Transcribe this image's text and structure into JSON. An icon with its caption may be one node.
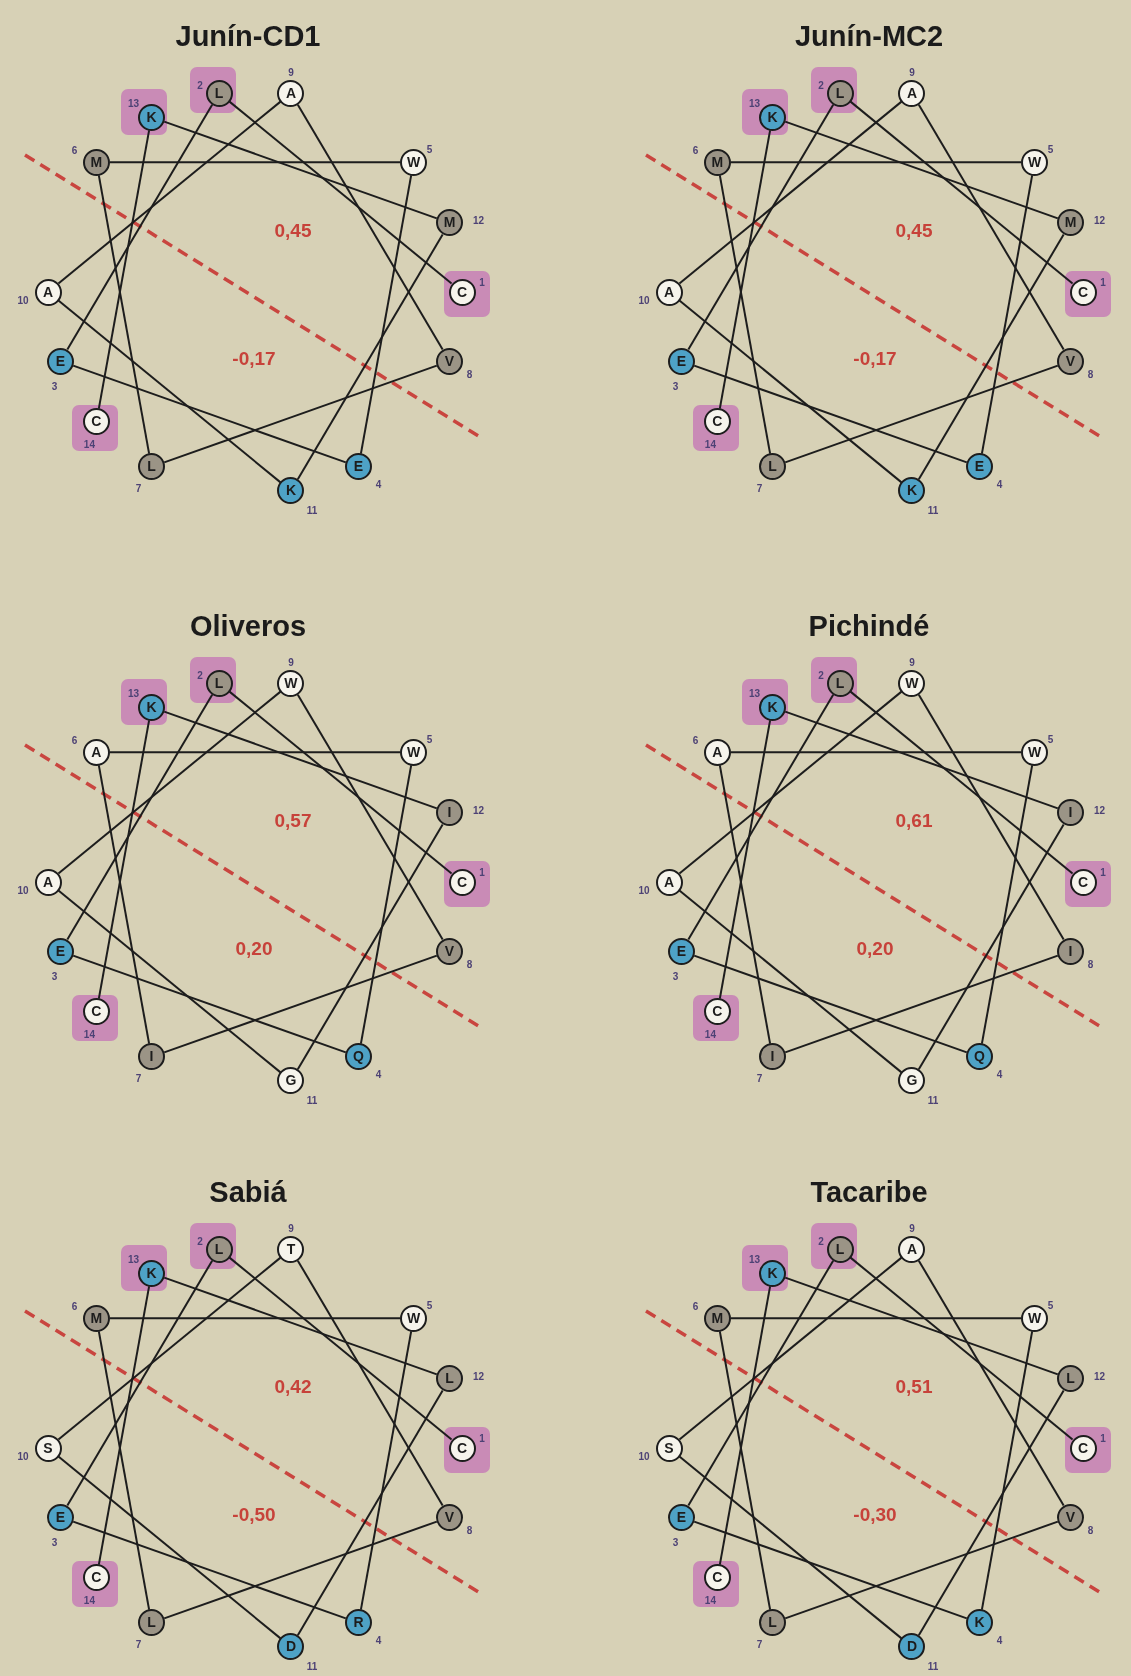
{
  "diagram": {
    "nodes": [
      {
        "text": [],
        "shape": "box"
      },
      {
        "text": [
          "C"
        ],
        "beside": [
          "1"
        ],
        "in": 0
      },
      {
        "text": [],
        "shape": "box"
      },
      {
        "text": [
          "L"
        ],
        "beside": [
          "2"
        ],
        "in": 2
      },
      {
        "text": [
          "E"
        ],
        "beside": [
          "3"
        ]
      },
      {
        "text": [
          "E"
        ],
        "beside": [
          "4"
        ]
      },
      {
        "text": [
          "W"
        ],
        "beside": [
          "5"
        ]
      },
      {
        "text": [
          "M"
        ],
        "beside": [
          "6"
        ]
      },
      {
        "text": [
          "L"
        ],
        "beside": [
          "7"
        ]
      },
      {
        "text": [
          "V"
        ],
        "beside": [
          "8"
        ]
      },
      {
        "text": [
          "A"
        ],
        "beside": [
          "9"
        ]
      },
      {
        "text": [
          "A"
        ],
        "beside": [
          "10"
        ]
      },
      {
        "text": [
          "K"
        ],
        "beside": [
          "11"
        ]
      },
      {
        "text": [
          "M"
        ],
        "beside": [
          "12"
        ]
      },
      {
        "text": [],
        "shape": "box"
      },
      {
        "text": [
          "K"
        ],
        "beside": [
          "13"
        ],
        "in": 14
      },
      {
        "text": [],
        "shape": "box"
      },
      {
        "text": [
          "C"
        ],
        "beside": [
          "14"
        ],
        "in": 16
      },
      {
        "text": [],
        "shape": "box"
      },
      {
        "text": [
          "C"
        ],
        "beside": [
          "1"
        ],
        "in": 18
      },
      {
        "text": [],
        "shape": "box"
      },
      {
        "text": [
          "L"
        ],
        "beside": [
          "2"
        ],
        "in": 20
      },
      {
        "text": [
          "E"
        ],
        "beside": [
          "3"
        ]
      },
      {
        "text": [
          "E"
        ],
        "beside": [
          "4"
        ]
      },
      {
        "text": [
          "W"
        ],
        "beside": [
          "5"
        ]
      },
      {
        "text": [
          "M"
        ],
        "beside": [
          "6"
        ]
      },
      {
        "text": [
          "L"
        ],
        "beside": [
          "7"
        ]
      },
      {
        "text": [
          "V"
        ],
        "beside": [
          "8"
        ]
      },
      {
        "text": [
          "A"
        ],
        "beside": [
          "9"
        ]
      },
      {
        "text": [
          "A"
        ],
        "beside": [
          "10"
        ]
      },
      {
        "text": [
          "K"
        ],
        "beside": [
          "11"
        ]
      },
      {
        "text": [
          "M"
        ],
        "beside": [
          "12"
        ]
      },
      {
        "text": [],
        "shape": "box"
      },
      {
        "text": [
          "K"
        ],
        "beside": [
          "13"
        ],
        "in": 32
      },
      {
        "text": [],
        "shape": "box"
      },
      {
        "text": [
          "C"
        ],
        "beside": [
          "14"
        ],
        "in": 34
      },
      {
        "text": [],
        "shape": "box"
      },
      {
        "text": [
          "C"
        ],
        "beside": [
          "1"
        ],
        "in": 36
      },
      {
        "text": [],
        "shape": "box"
      },
      {
        "text": [
          "L"
        ],
        "beside": [
          "2"
        ],
        "in": 38
      },
      {
        "text": [
          "E"
        ],
        "beside": [
          "3"
        ]
      },
      {
        "text": [
          "Q"
        ],
        "beside": [
          "4"
        ]
      },
      {
        "text": [
          "W"
        ],
        "beside": [
          "5"
        ]
      },
      {
        "text": [
          "A"
        ],
        "beside": [
          "6"
        ]
      },
      {
        "text": [
          "I"
        ],
        "beside": [
          "7"
        ]
      },
      {
        "text": [
          "V"
        ],
        "beside": [
          "8"
        ]
      },
      {
        "text": [
          "W"
        ],
        "beside": [
          "9"
        ]
      },
      {
        "text": [
          "A"
        ],
        "beside": [
          "10"
        ]
      },
      {
        "text": [
          "G"
        ],
        "beside": [
          "11"
        ]
      },
      {
        "text": [
          "I"
        ],
        "beside": [
          "12"
        ]
      },
      {
        "text": [],
        "shape": "box"
      },
      {
        "text": [
          "K"
        ],
        "beside": [
          "13"
        ],
        "in": 50
      },
      {
        "text": [],
        "shape": "box"
      },
      {
        "text": [
          "C"
        ],
        "beside": [
          "14"
        ],
        "in": 52
      },
      {
        "text": [],
        "shape": "box"
      },
      {
        "text": [
          "C"
        ],
        "beside": [
          "1"
        ],
        "in": 54
      },
      {
        "text": [],
        "shape": "box"
      },
      {
        "text": [
          "L"
        ],
        "beside": [
          "2"
        ],
        "in": 56
      },
      {
        "text": [
          "E"
        ],
        "beside": [
          "3"
        ]
      },
      {
        "text": [
          "Q"
        ],
        "beside": [
          "4"
        ]
      },
      {
        "text": [
          "W"
        ],
        "beside": [
          "5"
        ]
      },
      {
        "text": [
          "A"
        ],
        "beside": [
          "6"
        ]
      },
      {
        "text": [
          "I"
        ],
        "beside": [
          "7"
        ]
      },
      {
        "text": [
          "I"
        ],
        "beside": [
          "8"
        ]
      },
      {
        "text": [
          "W"
        ],
        "beside": [
          "9"
        ]
      },
      {
        "text": [
          "A"
        ],
        "beside": [
          "10"
        ]
      },
      {
        "text": [
          "G"
        ],
        "beside": [
          "11"
        ]
      },
      {
        "text": [
          "I"
        ],
        "beside": [
          "12"
        ]
      },
      {
        "text": [],
        "shape": "box"
      },
      {
        "text": [
          "K"
        ],
        "beside": [
          "13"
        ],
        "in": 68
      },
      {
        "text": [],
        "shape": "box"
      },
      {
        "text": [
          "C"
        ],
        "beside": [
          "14"
        ],
        "in": 70
      },
      {
        "text": [],
        "shape": "box"
      },
      {
        "text": [
          "C"
        ],
        "beside": [
          "1"
        ],
        "in": 72
      },
      {
        "text": [],
        "shape": "box"
      },
      {
        "text": [
          "L"
        ],
        "beside": [
          "2"
        ],
        "in": 74
      },
      {
        "text": [
          "E"
        ],
        "beside": [
          "3"
        ]
      },
      {
        "text": [
          "R"
        ],
        "beside": [
          "4"
        ]
      },
      {
        "text": [
          "W"
        ],
        "beside": [
          "5"
        ]
      },
      {
        "text": [
          "M"
        ],
        "beside": [
          "6"
        ]
      },
      {
        "text": [
          "L"
        ],
        "beside": [
          "7"
        ]
      },
      {
        "text": [
          "V"
        ],
        "beside": [
          "8"
        ]
      },
      {
        "text": [
          "T"
        ],
        "beside": [
          "9"
        ]
      },
      {
        "text": [
          "S"
        ],
        "beside": [
          "10"
        ]
      },
      {
        "text": [
          "D"
        ],
        "beside": [
          "11"
        ]
      },
      {
        "text": [
          "L"
        ],
        "beside": [
          "12"
        ]
      },
      {
        "text": [],
        "shape": "box"
      },
      {
        "text": [
          "K"
        ],
        "beside": [
          "13"
        ],
        "in": 86
      },
      {
        "text": [],
        "shape": "box"
      },
      {
        "text": [
          "C"
        ],
        "beside": [
          "14"
        ],
        "in": 88
      },
      {
        "text": [],
        "shape": "box"
      },
      {
        "text": [
          "C"
        ],
        "beside": [
          "1"
        ],
        "in": 90
      },
      {
        "text": [],
        "shape": "box"
      },
      {
        "text": [
          "L"
        ],
        "beside": [
          "2"
        ],
        "in": 92
      },
      {
        "text": [
          "E"
        ],
        "beside": [
          "3"
        ]
      },
      {
        "text": [
          "K"
        ],
        "beside": [
          "4"
        ]
      },
      {
        "text": [
          "W"
        ],
        "beside": [
          "5"
        ]
      },
      {
        "text": [
          "M"
        ],
        "beside": [
          "6"
        ]
      },
      {
        "text": [
          "L"
        ],
        "beside": [
          "7"
        ]
      },
      {
        "text": [
          "V"
        ],
        "beside": [
          "8"
        ]
      },
      {
        "text": [
          "A"
        ],
        "beside": [
          "9"
        ]
      },
      {
        "text": [
          "S"
        ],
        "beside": [
          "10"
        ]
      },
      {
        "text": [
          "D"
        ],
        "beside": [
          "11"
        ]
      },
      {
        "text": [
          "L"
        ],
        "beside": [
          "12"
        ]
      },
      {
        "text": [],
        "shape": "box"
      },
      {
        "text": [
          "K"
        ],
        "beside": [
          "13"
        ],
        "in": 104
      },
      {
        "text": [],
        "shape": "box"
      },
      {
        "text": [
          "C"
        ],
        "beside": [
          "14"
        ],
        "in": 106
      }
    ],
    "edges": [
      {
        "from": 1,
        "to": 3,
        "arrow": "none"
      },
      {
        "from": 3,
        "to": 4,
        "arrow": "none"
      },
      {
        "from": 4,
        "to": 5,
        "arrow": "none"
      },
      {
        "from": 5,
        "to": 6,
        "arrow": "none"
      },
      {
        "from": 6,
        "to": 7,
        "arrow": "none"
      },
      {
        "from": 7,
        "to": 8,
        "arrow": "none"
      },
      {
        "from": 8,
        "to": 9,
        "arrow": "none"
      },
      {
        "from": 9,
        "to": 10,
        "arrow": "none"
      },
      {
        "from": 10,
        "to": 11,
        "arrow": "none"
      },
      {
        "from": 11,
        "to": 12,
        "arrow": "none"
      },
      {
        "from": 12,
        "to": 13,
        "arrow": "none"
      },
      {
        "from": 13,
        "to": 15,
        "arrow": "none"
      },
      {
        "from": 15,
        "to": 17,
        "arrow": "none"
      },
      {
        "from": 19,
        "to": 21,
        "arrow": "none"
      },
      {
        "from": 21,
        "to": 22,
        "arrow": "none"
      },
      {
        "from": 22,
        "to": 23,
        "arrow": "none"
      },
      {
        "from": 23,
        "to": 24,
        "arrow": "none"
      },
      {
        "from": 24,
        "to": 25,
        "arrow": "none"
      },
      {
        "from": 25,
        "to": 26,
        "arrow": "none"
      },
      {
        "from": 26,
        "to": 27,
        "arrow": "none"
      },
      {
        "from": 27,
        "to": 28,
        "arrow": "none"
      },
      {
        "from": 28,
        "to": 29,
        "arrow": "none"
      },
      {
        "from": 29,
        "to": 30,
        "arrow": "none"
      },
      {
        "from": 30,
        "to": 31,
        "arrow": "none"
      },
      {
        "from": 31,
        "to": 33,
        "arrow": "none"
      },
      {
        "from": 33,
        "to": 35,
        "arrow": "none"
      },
      {
        "from": 37,
        "to": 39,
        "arrow": "none"
      },
      {
        "from": 39,
        "to": 40,
        "arrow": "none"
      },
      {
        "from": 40,
        "to": 41,
        "arrow": "none"
      },
      {
        "from": 41,
        "to": 42,
        "arrow": "none"
      },
      {
        "from": 42,
        "to": 43,
        "arrow": "none"
      },
      {
        "from": 43,
        "to": 44,
        "arrow": "none"
      },
      {
        "from": 44,
        "to": 45,
        "arrow": "none"
      },
      {
        "from": 45,
        "to": 46,
        "arrow": "none"
      },
      {
        "from": 46,
        "to": 47,
        "arrow": "none"
      },
      {
        "from": 47,
        "to": 48,
        "arrow": "none"
      },
      {
        "from": 48,
        "to": 49,
        "arrow": "none"
      },
      {
        "from": 49,
        "to": 51,
        "arrow": "none"
      },
      {
        "from": 51,
        "to": 53,
        "arrow": "none"
      },
      {
        "from": 55,
        "to": 57,
        "arrow": "none"
      },
      {
        "from": 57,
        "to": 58,
        "arrow": "none"
      },
      {
        "from": 58,
        "to": 59,
        "arrow": "none"
      },
      {
        "from": 59,
        "to": 60,
        "arrow": "none"
      },
      {
        "from": 60,
        "to": 61,
        "arrow": "none"
      },
      {
        "from": 61,
        "to": 62,
        "arrow": "none"
      },
      {
        "from": 62,
        "to": 63,
        "arrow": "none"
      },
      {
        "from": 63,
        "to": 64,
        "arrow": "none"
      },
      {
        "from": 64,
        "to": 65,
        "arrow": "none"
      },
      {
        "from": 65,
        "to": 66,
        "arrow": "none"
      },
      {
        "from": 66,
        "to": 67,
        "arrow": "none"
      },
      {
        "from": 67,
        "to": 69,
        "arrow": "none"
      },
      {
        "from": 69,
        "to": 71,
        "arrow": "none"
      },
      {
        "from": 73,
        "to": 75,
        "arrow": "none"
      },
      {
        "from": 75,
        "to": 76,
        "arrow": "none"
      },
      {
        "from": 76,
        "to": 77,
        "arrow": "none"
      },
      {
        "from": 77,
        "to": 78,
        "arrow": "none"
      },
      {
        "from": 78,
        "to": 79,
        "arrow": "none"
      },
      {
        "from": 79,
        "to": 80,
        "arrow": "none"
      },
      {
        "from": 80,
        "to": 81,
        "arrow": "none"
      },
      {
        "from": 81,
        "to": 82,
        "arrow": "none"
      },
      {
        "from": 82,
        "to": 83,
        "arrow": "none"
      },
      {
        "from": 83,
        "to": 84,
        "arrow": "none"
      },
      {
        "from": 84,
        "to": 85,
        "arrow": "none"
      },
      {
        "from": 85,
        "to": 87,
        "arrow": "none"
      },
      {
        "from": 87,
        "to": 89,
        "arrow": "none"
      },
      {
        "from": 91,
        "to": 93,
        "arrow": "none"
      },
      {
        "from": 93,
        "to": 94,
        "arrow": "none"
      },
      {
        "from": 94,
        "to": 95,
        "arrow": "none"
      },
      {
        "from": 95,
        "to": 96,
        "arrow": "none"
      },
      {
        "from": 96,
        "to": 97,
        "arrow": "none"
      },
      {
        "from": 97,
        "to": 98,
        "arrow": "none"
      },
      {
        "from": 98,
        "to": 99,
        "arrow": "none"
      },
      {
        "from": 99,
        "to": 100,
        "arrow": "none"
      },
      {
        "from": 100,
        "to": 101,
        "arrow": "none"
      },
      {
        "from": 101,
        "to": 102,
        "arrow": "none"
      },
      {
        "from": 102,
        "to": 103,
        "arrow": "none"
      },
      {
        "from": 103,
        "to": 105,
        "arrow": "none"
      },
      {
        "from": 105,
        "to": 107,
        "arrow": "none"
      }
    ],
    "labels": [
      "Junín-CD1",
      "0,45",
      "-0,17",
      "Junín-MC2",
      "0,45",
      "-0,17",
      "Oliveros",
      "0,57",
      "0,20",
      "Pichindé",
      "0,61",
      "0,20",
      "Sabiá",
      "0,42",
      "-0,50",
      "Tacaribe",
      "0,51",
      "-0,30"
    ]
  }
}
